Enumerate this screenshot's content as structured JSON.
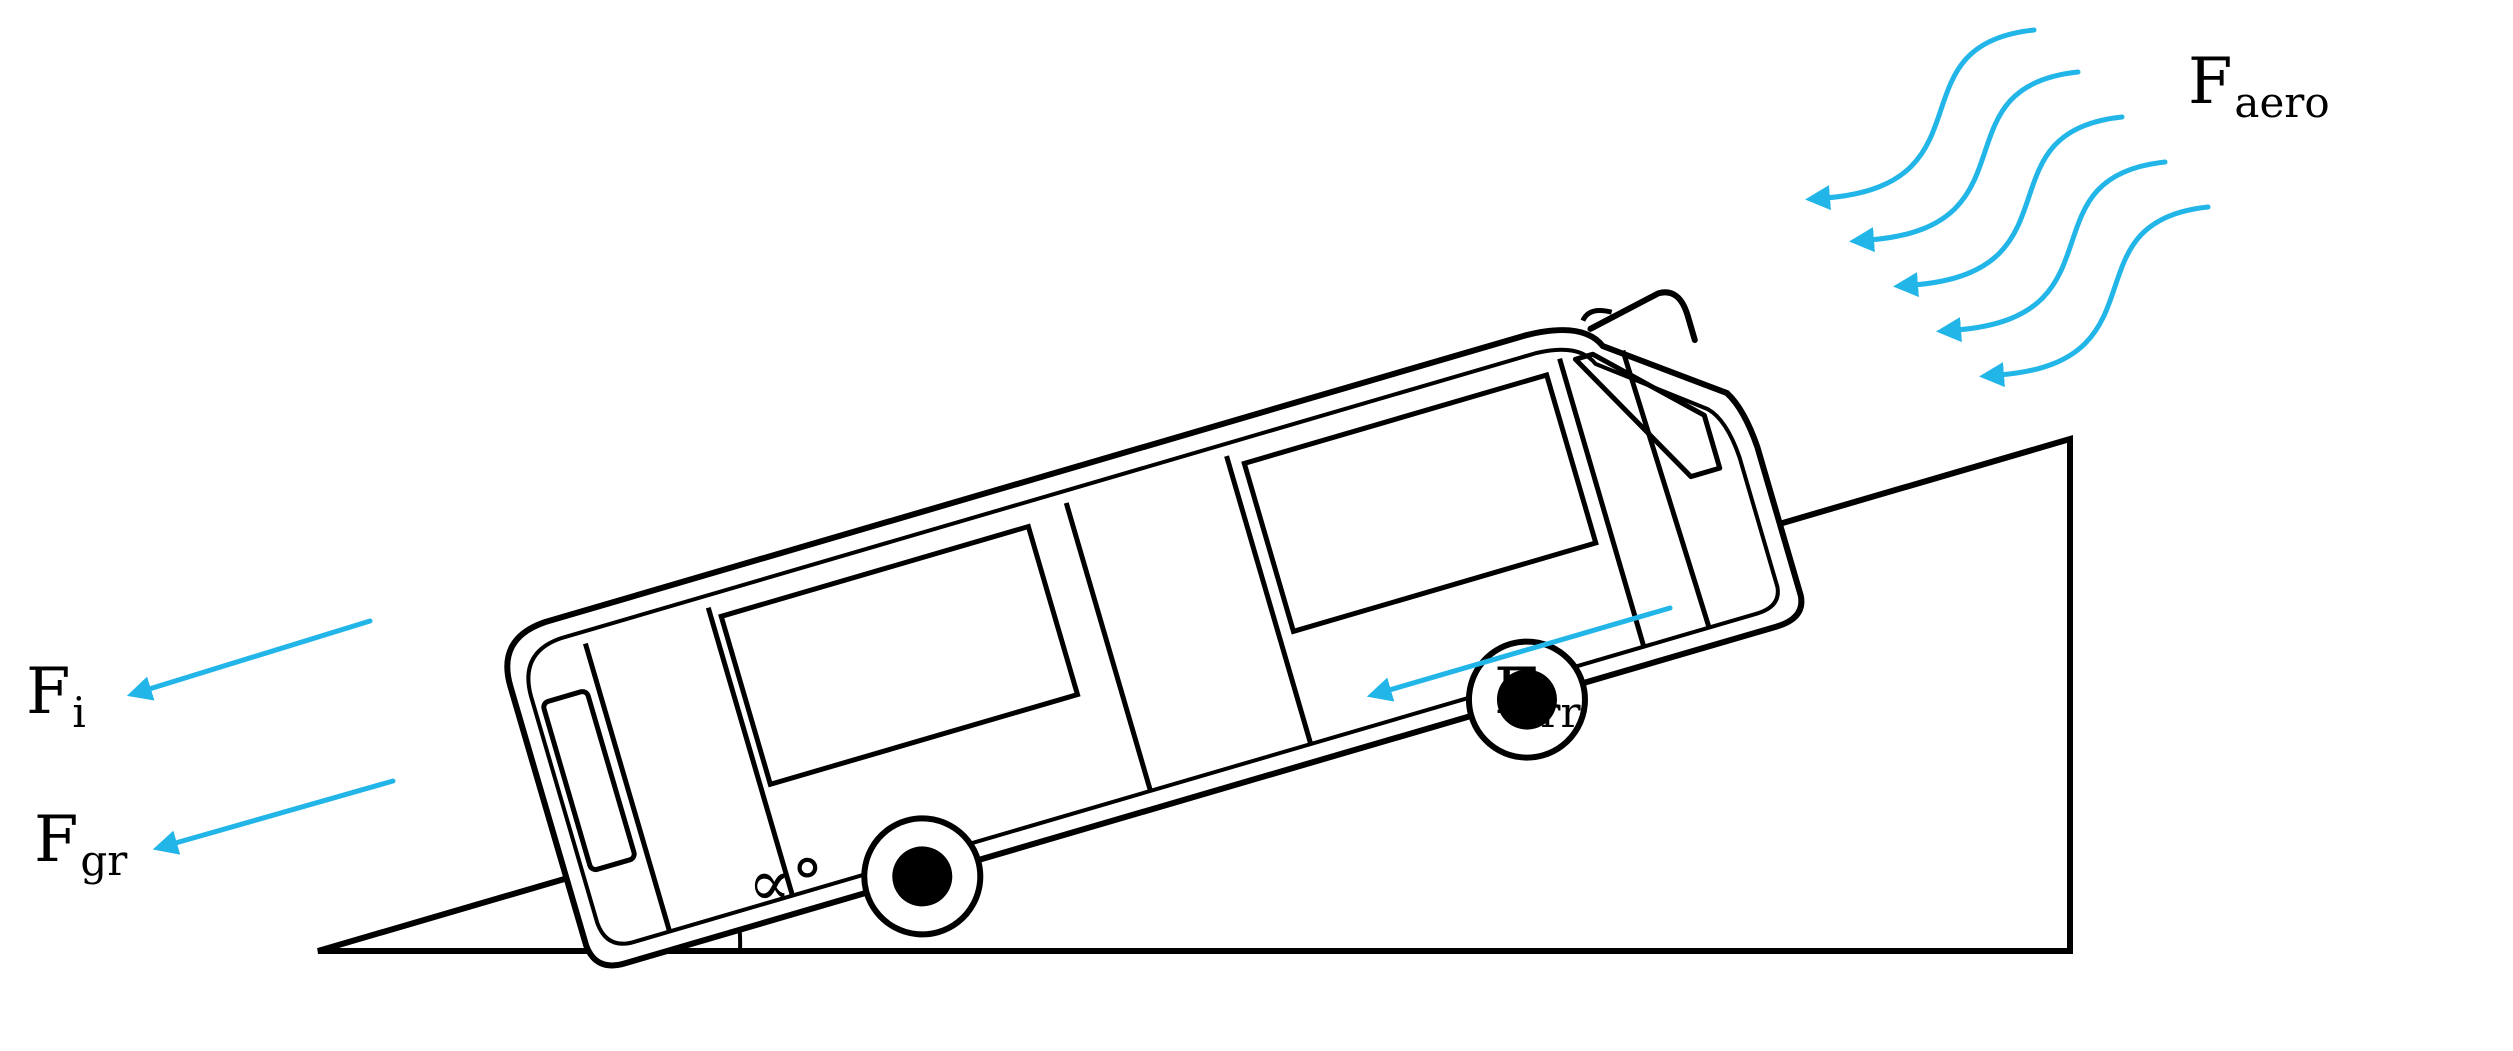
{
  "colors": {
    "force_arrow": "#22b5e8",
    "outline": "#000000",
    "background": "#ffffff"
  },
  "labels": {
    "aero": {
      "main": "F",
      "sub": "aero"
    },
    "inertia": {
      "main": "F",
      "sub": "i"
    },
    "grade": {
      "main": "F",
      "sub": "gr"
    },
    "rolling": {
      "main": "F",
      "sub": "rr"
    },
    "angle": "∝°"
  }
}
